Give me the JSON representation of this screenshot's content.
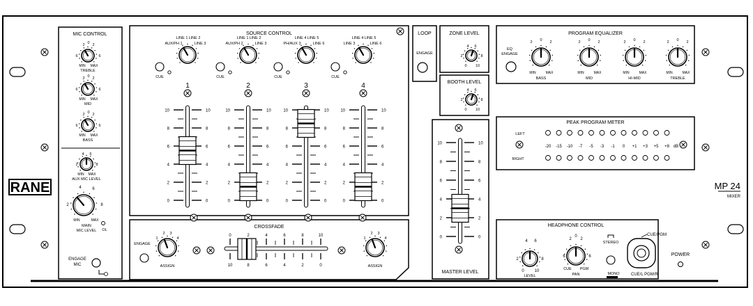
{
  "brand": {
    "logo_text": "RANE",
    "model": "MP 24",
    "model_sub": "MIXER"
  },
  "mic_control": {
    "title": "MIC CONTROL",
    "knobs": [
      {
        "scale": [
          "2",
          "0",
          "2",
          "6",
          "6"
        ],
        "min": "MIN",
        "max": "MAX",
        "label": "TREBLE"
      },
      {
        "scale": [
          "2",
          "0",
          "2",
          "6",
          "6"
        ],
        "min": "MIN",
        "max": "MAX",
        "label": "MID"
      },
      {
        "scale": [
          "2",
          "0",
          "2",
          "6",
          "6"
        ],
        "min": "MIN",
        "max": "MAX",
        "label": "BASS"
      }
    ],
    "aux_mic": {
      "scale": [
        "4",
        "6",
        "2",
        "8"
      ],
      "min": "MIN",
      "max": "MAX",
      "label": "AUX MIC LEVEL"
    },
    "main_mic": {
      "scale": [
        "4",
        "6",
        "2",
        "8"
      ],
      "min": "MIN",
      "max": "MAX",
      "label1": "MAIN",
      "label2": "MIC LEVEL",
      "ol": "OL"
    },
    "engage_label1": "ENGAGE",
    "engage_label2": "MIC"
  },
  "source_control": {
    "title": "SOURCE CONTROL",
    "cue_label": "CUE",
    "fader_scale": [
      "10",
      "8",
      "6",
      "4",
      "2",
      "0"
    ],
    "channels": [
      {
        "number": "1",
        "sel": [
          "LINE 1",
          "LINE 2",
          "AUX/PH 1",
          "LINE 3"
        ],
        "fader_pos": 0.55
      },
      {
        "number": "2",
        "sel": [
          "LINE 1",
          "LINE 2",
          "AUX/PH 2",
          "LINE 3"
        ],
        "fader_pos": 0.15
      },
      {
        "number": "3",
        "sel": [
          "LINE 4",
          "LINE 5",
          "PH/AUX 3",
          "LINE 6"
        ],
        "fader_pos": 0.85
      },
      {
        "number": "4",
        "sel": [
          "LINE 4",
          "LINE 5",
          "LINE 3",
          "LINE 6"
        ],
        "fader_pos": 0.15
      }
    ]
  },
  "crossfade": {
    "title": "CROSSFADE",
    "engage_label": "ENGAGE",
    "assign_label": "ASSIGN",
    "assign_scale": [
      "1",
      "2",
      "3",
      "4"
    ],
    "top_scale": [
      "0",
      "2",
      "4",
      "6",
      "8",
      "10"
    ],
    "bottom_scale": [
      "10",
      "8",
      "6",
      "4",
      "2",
      "0"
    ]
  },
  "loop": {
    "title": "LOOP",
    "engage_label": "ENGAGE"
  },
  "zone_level": {
    "title": "ZONE LEVEL",
    "scale": [
      "4",
      "6",
      "2",
      "8",
      "0",
      "10"
    ]
  },
  "booth_level": {
    "title": "BOOTH LEVEL",
    "scale": [
      "4",
      "6",
      "2",
      "8",
      "0",
      "10"
    ]
  },
  "master_level": {
    "title": "MASTER LEVEL",
    "scale": [
      "10",
      "8",
      "6",
      "4",
      "2",
      "0"
    ],
    "fader_pos": 0.3
  },
  "program_eq": {
    "title": "PROGRAM EQUALIZER",
    "engage_label1": "EQ",
    "engage_label2": "ENGAGE",
    "knobs": [
      {
        "scale": [
          "2",
          "0",
          "2"
        ],
        "min": "MIN",
        "max": "MAX",
        "label": "BASS"
      },
      {
        "scale": [
          "2",
          "0",
          "2"
        ],
        "min": "MIN",
        "max": "MAX",
        "label": "MID"
      },
      {
        "scale": [
          "2",
          "0",
          "2"
        ],
        "min": "MIN",
        "max": "MAX",
        "label": "HI-MID"
      },
      {
        "scale": [
          "2",
          "0",
          "2"
        ],
        "min": "MIN",
        "max": "MAX",
        "label": "TREBLE"
      }
    ]
  },
  "peak_meter": {
    "title": "PEAK PROGRAM METER",
    "left_label": "LEFT",
    "right_label": "RIGHT",
    "scale": [
      "-20",
      "-15",
      "-10",
      "-7",
      "-5",
      "-3",
      "-1",
      "0",
      "+1",
      "+3",
      "+5",
      "+8",
      "dB"
    ]
  },
  "headphone": {
    "title": "HEADPHONE CONTROL",
    "level": {
      "scale": [
        "4",
        "6",
        "2",
        "8",
        "0",
        "10"
      ],
      "label": "LEVEL"
    },
    "pan": {
      "scale": [
        "2",
        "0",
        "2",
        "6",
        "6"
      ],
      "label": "PAN",
      "left": "CUE",
      "right": "PGM"
    },
    "stereo_label": "STEREO",
    "mono_label": "MONO",
    "cue_pgm": "CUE/PGM",
    "cue_l_pgm_r": "CUE/L PGM/R"
  },
  "power": {
    "label": "POWER"
  }
}
